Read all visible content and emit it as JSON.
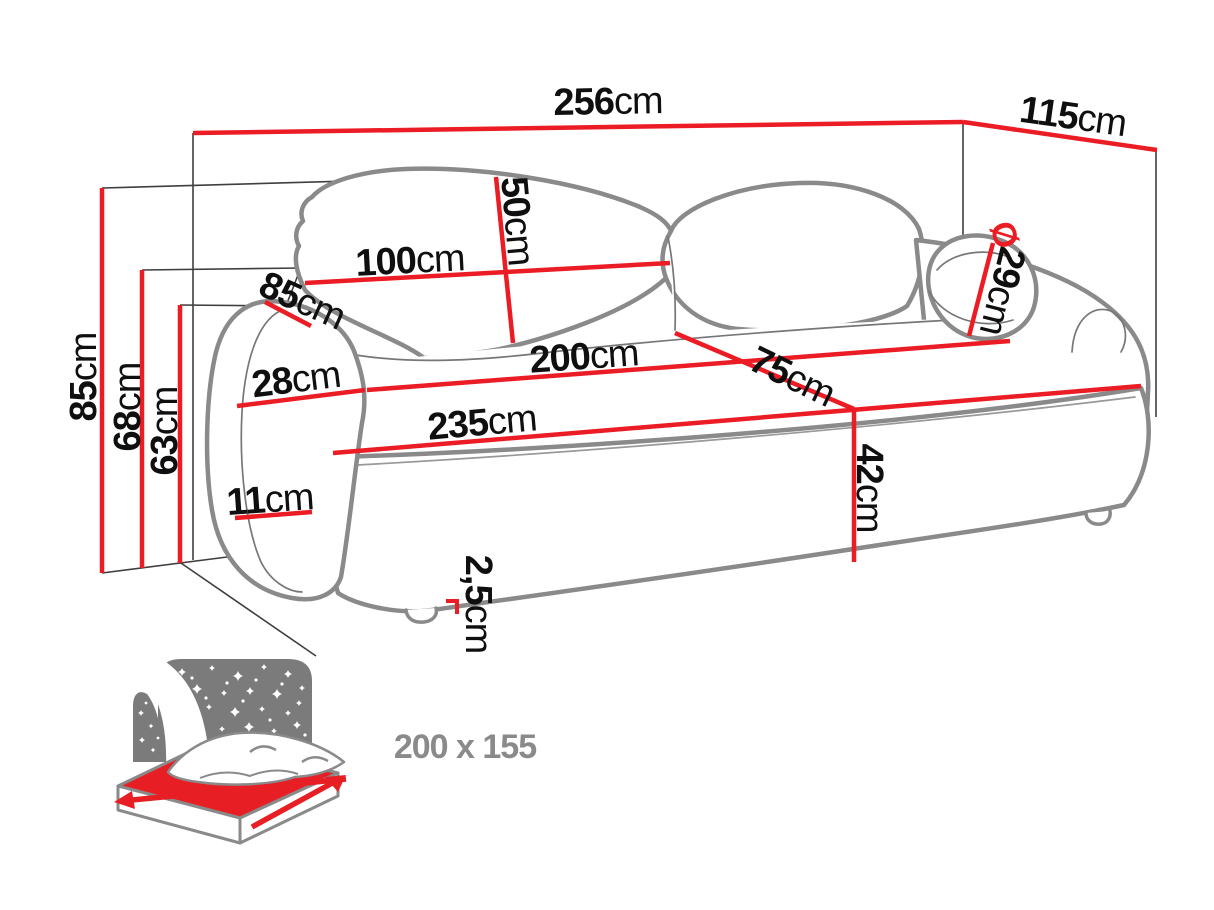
{
  "diagram": {
    "type": "sofa-dimension-diagram",
    "colors": {
      "dimension_red": "#ec1c24",
      "outline_gray": "#8a8a8a",
      "icon_gray": "#7b7b7b",
      "label_black": "#0f0f0f",
      "size_text_gray": "#8a8a8a"
    },
    "dimensions": {
      "total_width": {
        "value": "256",
        "unit": "cm"
      },
      "total_depth": {
        "value": "115",
        "unit": "cm"
      },
      "total_height": {
        "value": "85",
        "unit": "cm"
      },
      "back_height": {
        "value": "68",
        "unit": "cm"
      },
      "arm_height": {
        "value": "63",
        "unit": "cm"
      },
      "backrest_cushion_height": {
        "value": "50",
        "unit": "cm"
      },
      "backrest_cushion_width": {
        "value": "100",
        "unit": "cm"
      },
      "arm_depth": {
        "value": "85",
        "unit": "cm"
      },
      "arm_width": {
        "value": "28",
        "unit": "cm"
      },
      "seat_width": {
        "value": "200",
        "unit": "cm"
      },
      "front_width": {
        "value": "235",
        "unit": "cm"
      },
      "seat_depth": {
        "value": "75",
        "unit": "cm"
      },
      "seat_height": {
        "value": "42",
        "unit": "cm"
      },
      "bolster_diameter": {
        "symbol": "Ø",
        "value": "29",
        "unit": "cm"
      },
      "arm_front_width": {
        "value": "11",
        "unit": "cm"
      },
      "leg_height": {
        "value": "2,5",
        "unit": "cm"
      }
    },
    "sleeping_area": {
      "size": "200 x 155"
    }
  }
}
